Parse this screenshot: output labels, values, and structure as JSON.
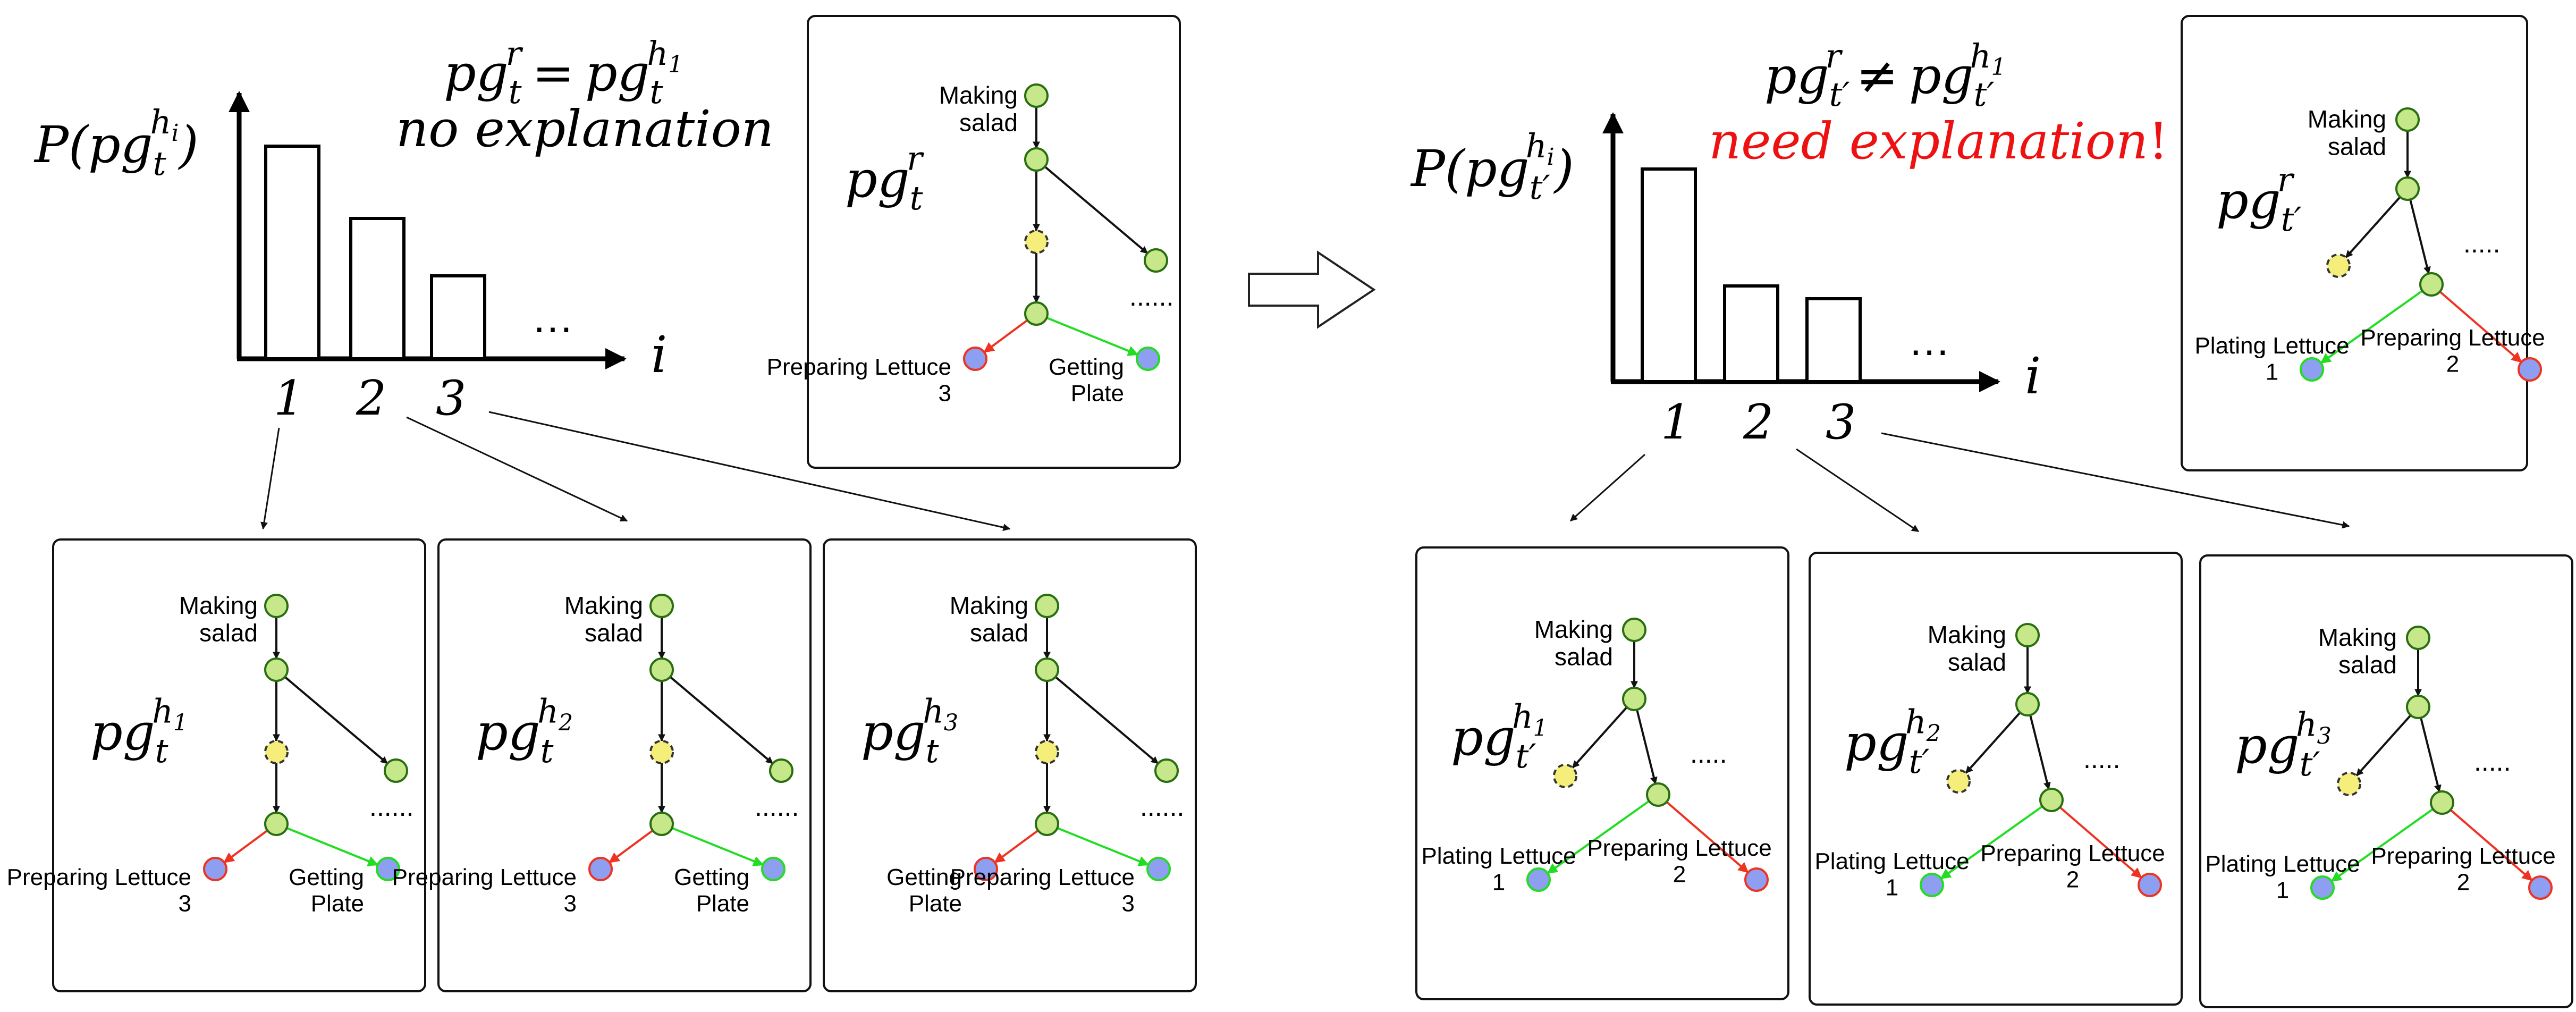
{
  "left": {
    "ylabel": {
      "base": "P(pg",
      "sub": "t",
      "sup": "h",
      "supsub": "i",
      "close": ")"
    },
    "equation": {
      "lhs": "pg",
      "lhs_sub": "t",
      "lhs_sup": "r",
      "op": "=",
      "rhs": "pg",
      "rhs_sub": "t",
      "rhs_sup": "h",
      "rhs_supsub": "1"
    },
    "subtitle": "no explanation",
    "xlabel": "i",
    "x_ticks": [
      "1",
      "2",
      "3"
    ],
    "ellipsis": "…",
    "bar_values": [
      1.0,
      0.66,
      0.39
    ],
    "ref_graph": {
      "root_label": "Making salad",
      "name": "pg",
      "sub": "t",
      "sup": "r",
      "more": "......",
      "leaf_left": "Preparing Lettuce 3",
      "leaf_right": "Getting Plate"
    },
    "hyp_graphs": [
      {
        "root_label": "Making salad",
        "name": "pg",
        "sub": "t",
        "sup": "h",
        "supsub": "1",
        "more": "......",
        "leaf_left": "Preparing Lettuce 3",
        "leaf_right": "Getting Plate"
      },
      {
        "root_label": "Making salad",
        "name": "pg",
        "sub": "t",
        "sup": "h",
        "supsub": "2",
        "more": "......",
        "leaf_left": "Preparing Lettuce 3",
        "leaf_right": "Getting Plate"
      },
      {
        "root_label": "Making salad",
        "name": "pg",
        "sub": "t",
        "sup": "h",
        "supsub": "3",
        "more": "......",
        "leaf_left": "Getting Plate",
        "leaf_right": "Preparing Lettuce 3"
      }
    ]
  },
  "right": {
    "ylabel": {
      "base": "P(pg",
      "sub": "t′",
      "sup": "h",
      "supsub": "i",
      "close": ")"
    },
    "equation": {
      "lhs": "pg",
      "lhs_sub": "t′",
      "lhs_sup": "r",
      "op": "≠",
      "rhs": "pg",
      "rhs_sub": "t′",
      "rhs_sup": "h",
      "rhs_supsub": "1"
    },
    "subtitle": "need explanation",
    "subtitle_bang": "!",
    "xlabel": "i",
    "x_ticks": [
      "1",
      "2",
      "3"
    ],
    "ellipsis": "…",
    "bar_values": [
      1.0,
      0.45,
      0.39
    ],
    "ref_graph": {
      "root_label": "Making salad",
      "name": "pg",
      "sub": "t′",
      "sup": "r",
      "more": ".....",
      "leaf_left": "Plating Lettuce 1",
      "leaf_right": "Preparing Lettuce 2"
    },
    "hyp_graphs": [
      {
        "root_label": "Making salad",
        "name": "pg",
        "sub": "t′",
        "sup": "h",
        "supsub": "1",
        "more": ".....",
        "leaf_left": "Plating Lettuce 1",
        "leaf_right": "Preparing Lettuce 2"
      },
      {
        "root_label": "Making salad",
        "name": "pg",
        "sub": "t′",
        "sup": "h",
        "supsub": "2",
        "more": ".....",
        "leaf_left": "Plating Lettuce 1",
        "leaf_right": "Preparing Lettuce 2"
      },
      {
        "root_label": "Making salad",
        "name": "pg",
        "sub": "t′",
        "sup": "h",
        "supsub": "3",
        "more": ".....",
        "leaf_left": "Plating Lettuce 1",
        "leaf_right": "Preparing Lettuce 2"
      }
    ]
  },
  "colors": {
    "node_fill": "#c7e88a",
    "node_stroke": "#2a6e12",
    "dashed_fill": "#f5ee7a",
    "leaf_fill": "#8e9ef0",
    "edge_green": "#22dd22",
    "edge_red": "#ee3322",
    "emphasis_red": "#ee1111"
  }
}
